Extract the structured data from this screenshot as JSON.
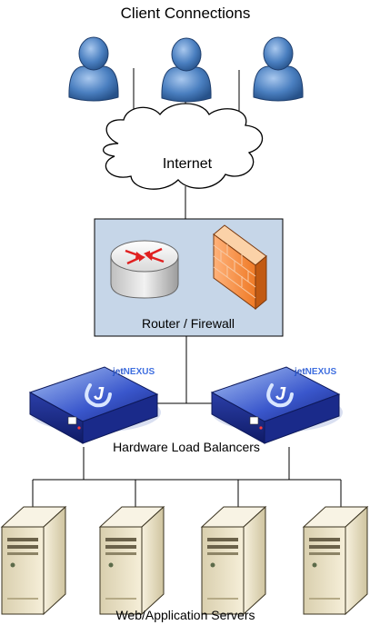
{
  "title": "Client Connections",
  "internet_label": "Internet",
  "router_firewall_label": "Router / Firewall",
  "load_balancers_label": "Hardware Load Balancers",
  "servers_label": "Web/Application Servers",
  "logo_text": {
    "prefix": "jet",
    "suffix": "NEXUS"
  },
  "colors": {
    "user": "#4a7fc0",
    "router_box": "#c6d6e8",
    "firewall": "#f07b2a",
    "balancer": "#2a3fb0",
    "server": "#efe6cc",
    "lines": "#000000"
  },
  "icons": {
    "client": "user-icon",
    "cloud": "cloud-icon",
    "router": "router-icon",
    "firewall": "firewall-icon",
    "balancer": "load-balancer-icon",
    "server": "server-icon"
  },
  "counts": {
    "clients": 3,
    "balancers": 2,
    "servers": 4
  }
}
